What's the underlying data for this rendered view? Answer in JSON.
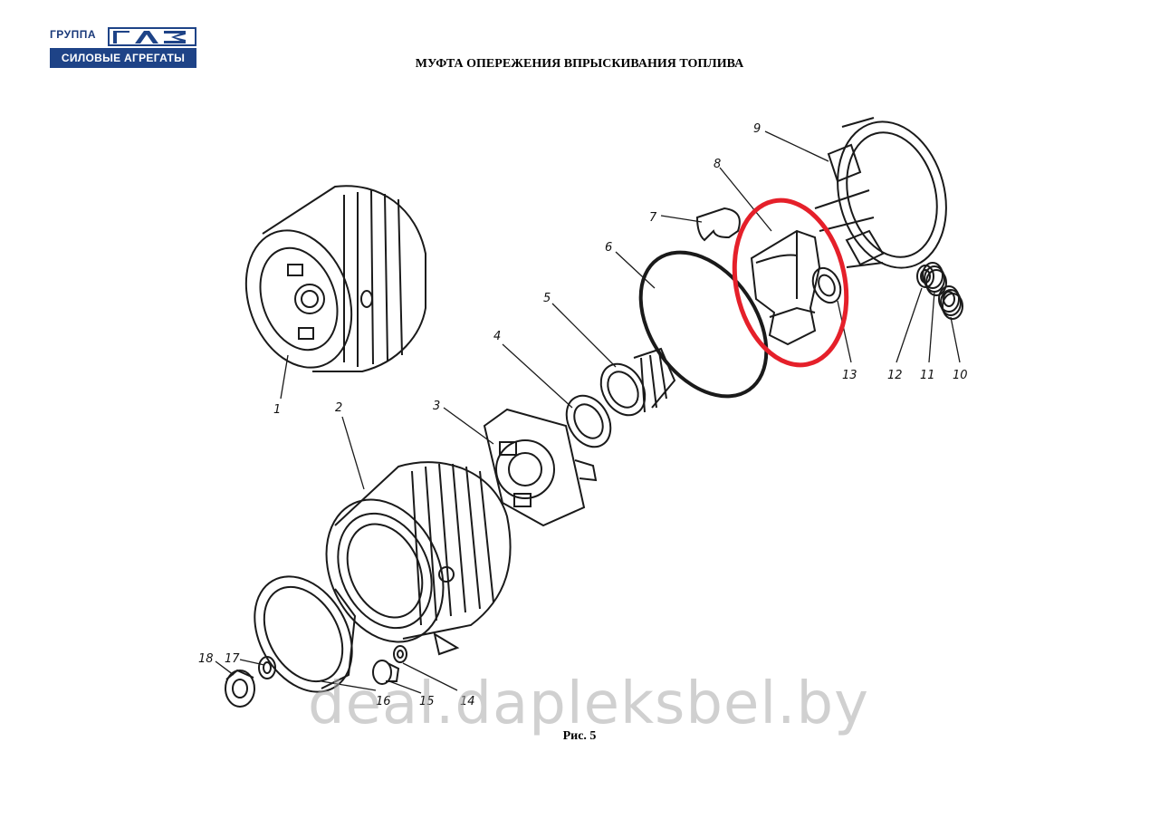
{
  "logo": {
    "group_text": "ГРУППА",
    "brand_text": "ГАЗ",
    "subtitle": "СИЛОВЫЕ АГРЕГАТЫ",
    "brand_color": "#1e4387"
  },
  "title": "МУФТА ОПЕРЕЖЕНИЯ ВПРЫСКИВАНИЯ ТОПЛИВА",
  "figure_caption": "Рис. 5",
  "watermark": "deal.dapleksbel.by",
  "highlight": {
    "target_part": "8",
    "color": "#e5202a"
  },
  "part_labels": [
    "1",
    "2",
    "3",
    "4",
    "5",
    "6",
    "7",
    "8",
    "9",
    "10",
    "11",
    "12",
    "13",
    "14",
    "15",
    "16",
    "17",
    "18"
  ]
}
